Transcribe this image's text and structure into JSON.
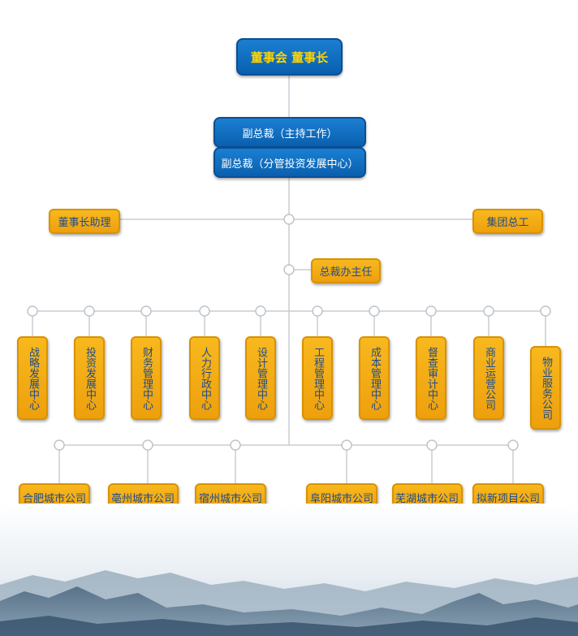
{
  "chairman": "董事会 董事长",
  "vp_main": "副总裁（主持工作）",
  "vp_invest": "副总裁（分管投资发展中心）",
  "assistant": "董事长助理",
  "chief_engineer": "集团总工",
  "office_director": "总裁办主任",
  "centers": [
    "战略发展中心",
    "投资发展中心",
    "财务管理中心",
    "人力行政中心",
    "设计管理中心",
    "工程管理中心",
    "成本管理中心",
    "督查审计中心",
    "商业运营公司",
    "物业服务公司"
  ],
  "city_companies": [
    "合肥城市公司",
    "亳州城市公司",
    "宿州城市公司",
    "阜阳城市公司",
    "芜湖城市公司",
    "拟新项目公司"
  ]
}
